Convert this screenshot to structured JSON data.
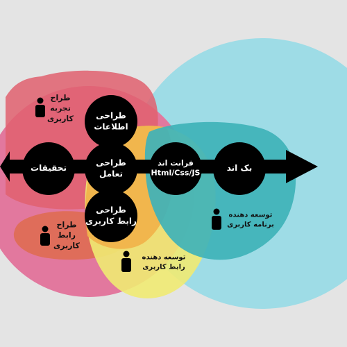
{
  "diagram": {
    "nodes": {
      "research": {
        "line1": "تحقیقات"
      },
      "information_design": {
        "line1": "طراحی",
        "line2": "اطلاعات"
      },
      "interaction_design": {
        "line1": "طراحی",
        "line2": "تعامل"
      },
      "ui_design": {
        "line1": "طراحی",
        "line2": "رابط کاربری"
      },
      "frontend": {
        "line1": "فرانت اند",
        "line2": "Html/Css/JS"
      },
      "backend": {
        "line1": "بک اند"
      }
    },
    "roles": {
      "ux_designer": {
        "line1": "طراح",
        "line2": "تجربه",
        "line3": "کاربری",
        "icon": "person-icon"
      },
      "ui_designer": {
        "line1": "طراح",
        "line2": "رابط",
        "line3": "کاربری",
        "icon": "person-icon"
      },
      "ui_developer": {
        "line1": "توسعه دهنده",
        "line2": "رابط کاربری",
        "icon": "person-icon"
      },
      "app_developer": {
        "line1": "توسعه دهنده",
        "line2": "برنامه کاربری",
        "icon": "person-icon"
      }
    },
    "colors": {
      "background": "#e4e4e4",
      "pink": "#e2789e",
      "red_blob": "#e0606e",
      "orange_blob": "#df6b52",
      "cyan": "#9edce6",
      "teal": "#3fb2b8",
      "yellow": "#efea72",
      "orange": "#f1b24a",
      "axis": "#000000",
      "node": "#000000"
    }
  }
}
